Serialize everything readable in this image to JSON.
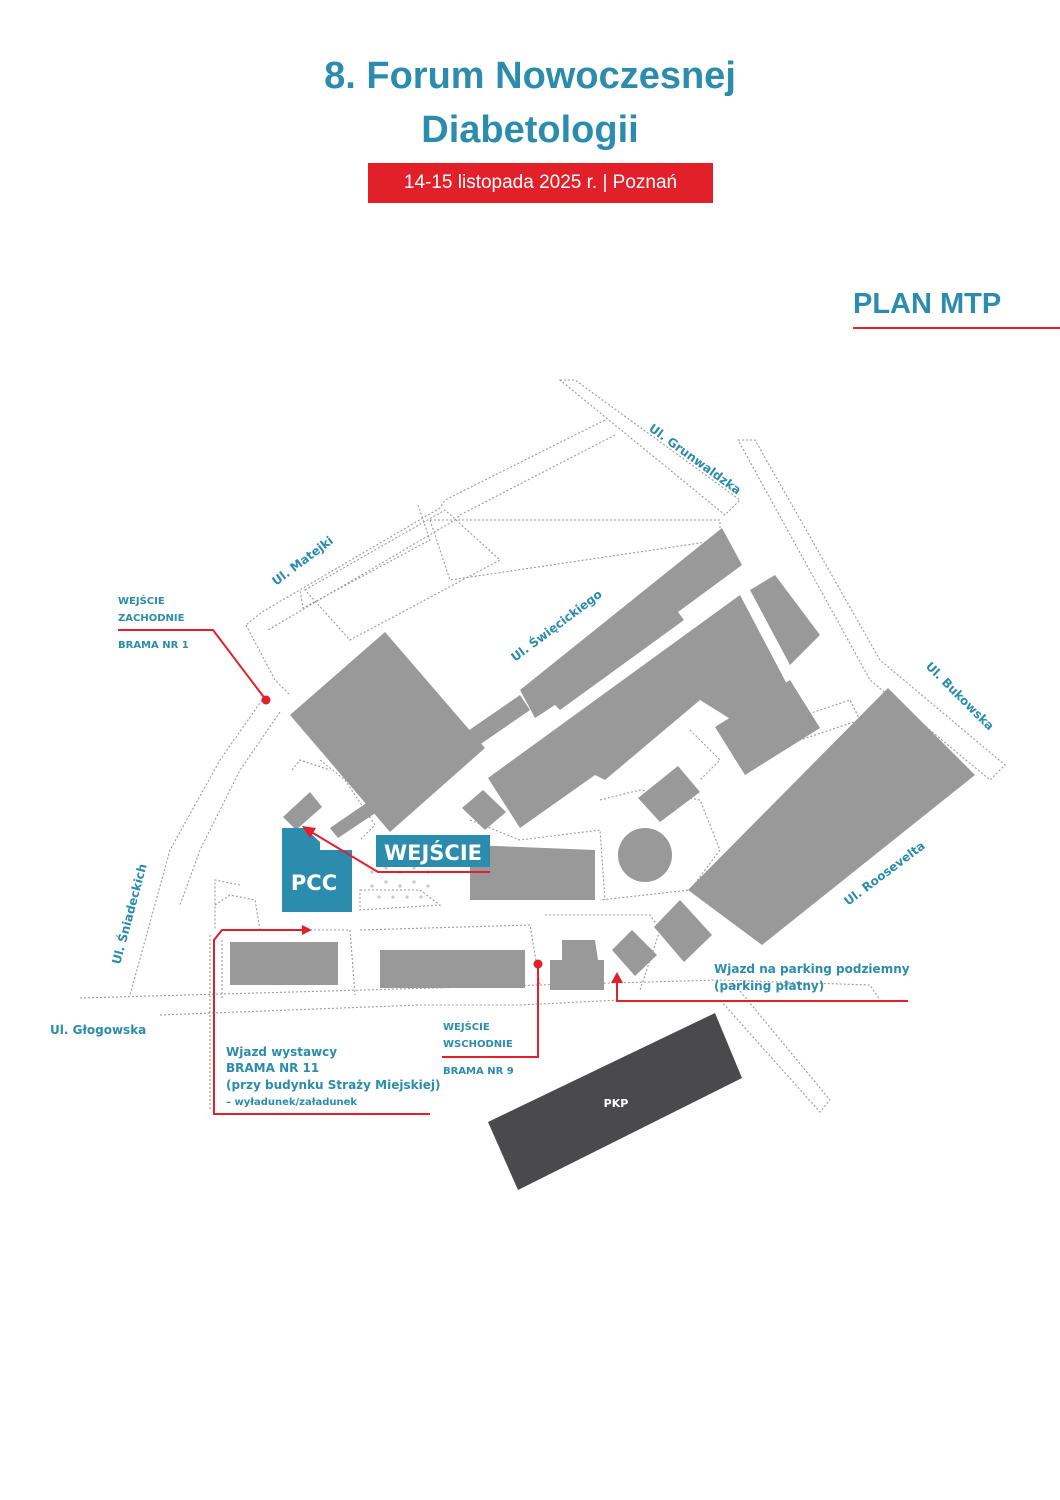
{
  "header": {
    "title_line1": "8. Forum Nowoczesnej",
    "title_line2": "Diabetologii",
    "date_place": "14-15 listopada 2025 r. | Poznań"
  },
  "plan": {
    "title": "PLAN MTP"
  },
  "streets": {
    "grunwaldzka": "Ul. Grunwaldzka",
    "matejki": "Ul. Matejki",
    "swiecickiego": "Ul. Święcickiego",
    "bukowska": "Ul. Bukowska",
    "roosevelta": "Ul. Roosevelta",
    "sniadeckich": "Ul. Śniadeckich",
    "glogowska": "Ul. Głogowska"
  },
  "buildings": {
    "pcc": "PCC",
    "pkp": "PKP"
  },
  "entrance_main": "WEJŚCIE",
  "gates": {
    "west": {
      "line1": "WEJŚCIE",
      "line2": "ZACHODNIE",
      "gate": "BRAMA NR 1"
    },
    "east": {
      "line1": "WEJŚCIE",
      "line2": "WSCHODNIE",
      "gate": "BRAMA NR 9"
    },
    "exhibitor": {
      "line1": "Wjazd wystawcy",
      "line2": "BRAMA NR 11",
      "line3": "(przy budynku Straży Miejskiej)",
      "line4": "– wyładunek/załadunek"
    },
    "parking": {
      "line1": "Wjazd na parking podziemny",
      "line2": "(parking płatny)"
    }
  },
  "colors": {
    "accent_blue": "#2b8cad",
    "accent_red": "#e2202a",
    "building_gray": "#999999",
    "pkp_dark": "#4a4a4d"
  }
}
